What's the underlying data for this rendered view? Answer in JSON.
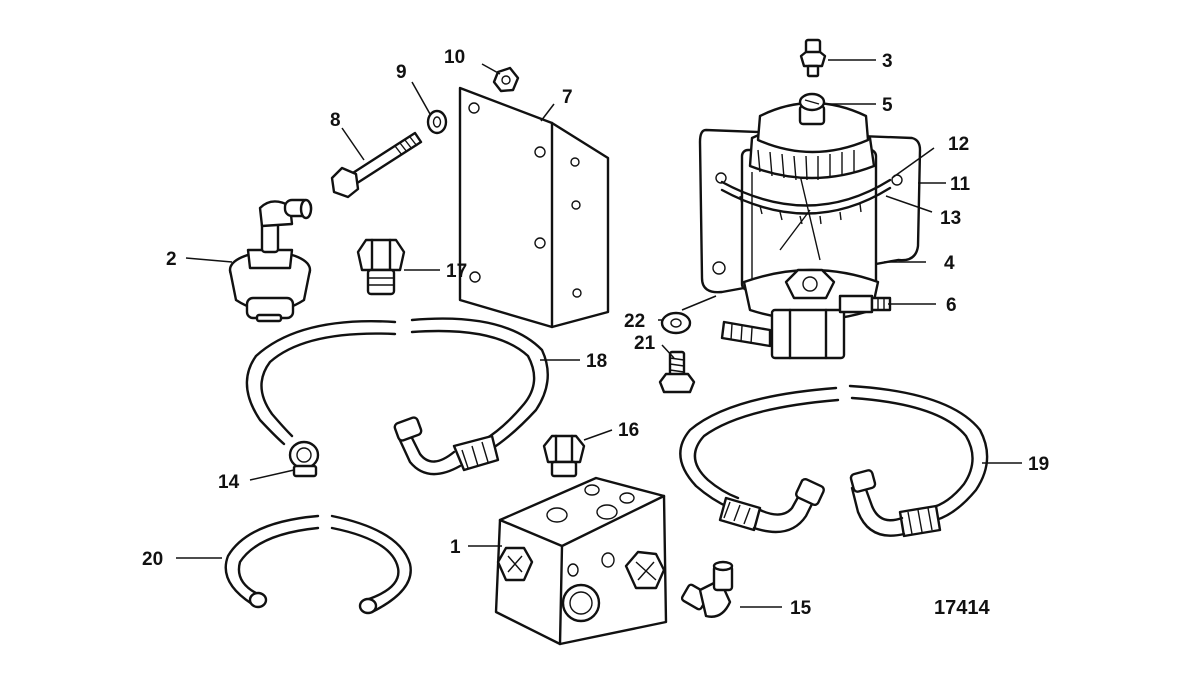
{
  "callouts": {
    "c1": "1",
    "c2": "2",
    "c3": "3",
    "c4": "4",
    "c5": "5",
    "c6": "6",
    "c7": "7",
    "c8": "8",
    "c9": "9",
    "c10": "10",
    "c11": "11",
    "c12": "12",
    "c13": "13",
    "c14": "14",
    "c15": "15",
    "c16": "16",
    "c17": "17",
    "c18": "18",
    "c19": "19",
    "c20": "20",
    "c21": "21",
    "c22": "22"
  },
  "figure_number": "17414"
}
